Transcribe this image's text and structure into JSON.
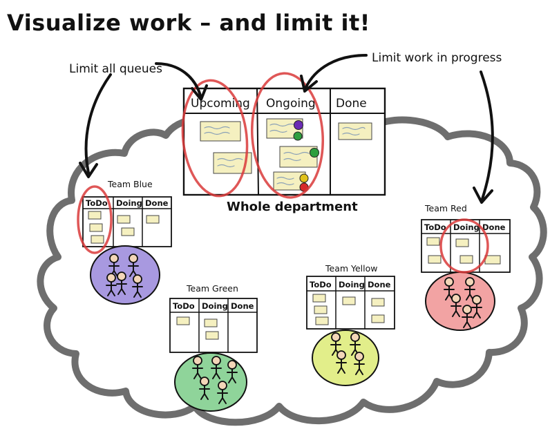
{
  "title": "Visualize work  – and limit it!",
  "callouts": {
    "limit_queues": "Limit all queues",
    "limit_wip": "Limit work in progress"
  },
  "department": {
    "label": "Whole department",
    "columns": [
      "Upcoming",
      "Ongoing",
      "Done"
    ],
    "token_colors": [
      "#6a2bb3",
      "#2e9e3e",
      "#2e9e3e",
      "#e0c21c",
      "#d62a2a"
    ]
  },
  "teams": [
    {
      "key": "blue",
      "name": "Team Blue",
      "color": "#a899e0",
      "columns": [
        "ToDo",
        "Doing",
        "Done"
      ]
    },
    {
      "key": "green",
      "name": "Team Green",
      "color": "#8fd49a",
      "columns": [
        "ToDo",
        "Doing",
        "Done"
      ]
    },
    {
      "key": "yellow",
      "name": "Team Yellow",
      "color": "#e2ee8a",
      "columns": [
        "ToDo",
        "Doing",
        "Done"
      ]
    },
    {
      "key": "red",
      "name": "Team Red",
      "color": "#f2a3a3",
      "columns": [
        "ToDo",
        "Doing",
        "Done"
      ]
    }
  ],
  "colors": {
    "cloud": "#6e6e6e",
    "ink": "#111111",
    "highlight": "#d93a3a",
    "sticky": "#f5f0c0"
  }
}
